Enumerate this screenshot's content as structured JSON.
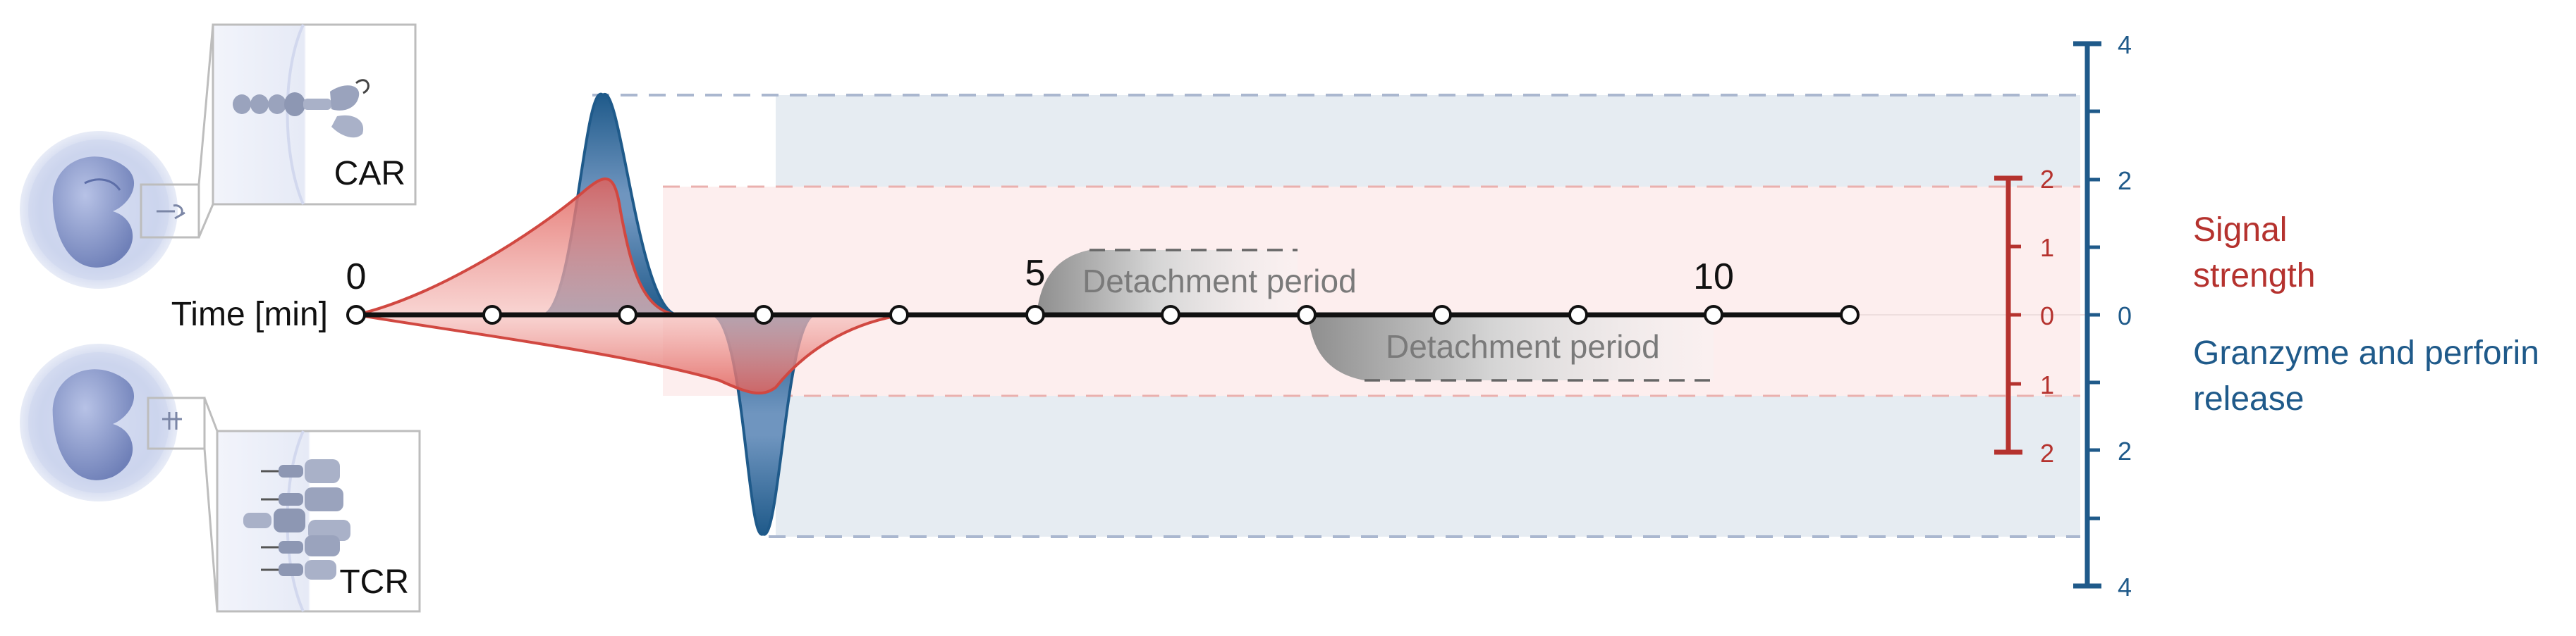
{
  "car_label": "CAR",
  "tcr_label": "TCR",
  "time_axis": {
    "label": "Time [min]",
    "tick_labels": [
      "0",
      "5",
      "10"
    ]
  },
  "detachment": {
    "upper_label": "Detachment period",
    "lower_label": "Detachment period"
  },
  "red_axis": {
    "tick_labels": [
      "2",
      "1",
      "0",
      "1",
      "2"
    ]
  },
  "blue_axis": {
    "tick_labels": [
      "4",
      "2",
      "0",
      "2",
      "4"
    ]
  },
  "legend": {
    "signal_line1": "Signal",
    "signal_line2": "strength",
    "granzyme_line1": "Granzyme and perforin",
    "granzyme_line2": "release"
  },
  "colors": {
    "red": "#b5322e",
    "blue": "#1f5a8a",
    "blue_fill": "#e6ecf2",
    "red_fill": "#fcecec",
    "cell": "#c3cde8",
    "cell_dark": "#7d8cc0",
    "gray": "#bdbdbd"
  }
}
